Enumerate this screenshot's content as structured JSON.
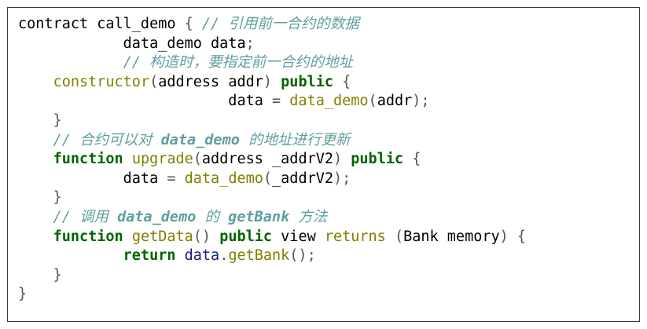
{
  "code_lines": [
    [
      {
        "t": "contract call_demo ",
        "c": "plain"
      },
      {
        "t": "{ ",
        "c": "punct"
      },
      {
        "t": "// 引用前一合约的数据",
        "c": "comment"
      }
    ],
    [
      {
        "t": "            data_demo data",
        "c": "plain"
      },
      {
        "t": ";",
        "c": "punct"
      }
    ],
    [
      {
        "t": "            // 构造时，要指定前一合约的地址",
        "c": "comment"
      }
    ],
    [
      {
        "t": "    ",
        "c": "plain"
      },
      {
        "t": "constructor",
        "c": "func"
      },
      {
        "t": "(",
        "c": "punct"
      },
      {
        "t": "address addr",
        "c": "plain"
      },
      {
        "t": ") ",
        "c": "punct"
      },
      {
        "t": "public",
        "c": "keyword"
      },
      {
        "t": " {",
        "c": "punct"
      }
    ],
    [
      {
        "t": "                        data ",
        "c": "plain"
      },
      {
        "t": "= ",
        "c": "punct"
      },
      {
        "t": "data_demo",
        "c": "func"
      },
      {
        "t": "(",
        "c": "punct"
      },
      {
        "t": "addr",
        "c": "plain"
      },
      {
        "t": ");",
        "c": "punct"
      }
    ],
    [
      {
        "t": "    }",
        "c": "punct"
      }
    ],
    [
      {
        "t": "    // 合约可以对 ",
        "c": "comment"
      },
      {
        "t": "data_demo",
        "c": "comment-bold"
      },
      {
        "t": " 的地址进行更新",
        "c": "comment"
      }
    ],
    [
      {
        "t": "    ",
        "c": "plain"
      },
      {
        "t": "function",
        "c": "keyword"
      },
      {
        "t": " ",
        "c": "plain"
      },
      {
        "t": "upgrade",
        "c": "func"
      },
      {
        "t": "(",
        "c": "punct"
      },
      {
        "t": "address _addrV2",
        "c": "plain"
      },
      {
        "t": ") ",
        "c": "punct"
      },
      {
        "t": "public",
        "c": "keyword"
      },
      {
        "t": " {",
        "c": "punct"
      }
    ],
    [
      {
        "t": "            data ",
        "c": "plain"
      },
      {
        "t": "= ",
        "c": "punct"
      },
      {
        "t": "data_demo",
        "c": "func"
      },
      {
        "t": "(",
        "c": "punct"
      },
      {
        "t": "_addrV2",
        "c": "plain"
      },
      {
        "t": ");",
        "c": "punct"
      }
    ],
    [
      {
        "t": "    }",
        "c": "punct"
      }
    ],
    [
      {
        "t": "    // 调用 ",
        "c": "comment"
      },
      {
        "t": "data_demo",
        "c": "comment-bold"
      },
      {
        "t": " 的 ",
        "c": "comment"
      },
      {
        "t": "getBank",
        "c": "comment-bold"
      },
      {
        "t": " 方法",
        "c": "comment"
      }
    ],
    [
      {
        "t": "    ",
        "c": "plain"
      },
      {
        "t": "function",
        "c": "keyword"
      },
      {
        "t": " ",
        "c": "plain"
      },
      {
        "t": "getData",
        "c": "func"
      },
      {
        "t": "() ",
        "c": "punct"
      },
      {
        "t": "public",
        "c": "keyword"
      },
      {
        "t": " view ",
        "c": "plain"
      },
      {
        "t": "returns",
        "c": "func"
      },
      {
        "t": " (",
        "c": "punct"
      },
      {
        "t": "Bank memory",
        "c": "plain"
      },
      {
        "t": ") {",
        "c": "punct"
      }
    ],
    [
      {
        "t": "            ",
        "c": "plain"
      },
      {
        "t": "return",
        "c": "keyword"
      },
      {
        "t": " ",
        "c": "plain"
      },
      {
        "t": "data",
        "c": "var"
      },
      {
        "t": ".",
        "c": "punct"
      },
      {
        "t": "getBank",
        "c": "func"
      },
      {
        "t": "();",
        "c": "punct"
      }
    ],
    [
      {
        "t": "    }",
        "c": "punct"
      }
    ],
    [
      {
        "t": "}",
        "c": "punct"
      }
    ]
  ]
}
